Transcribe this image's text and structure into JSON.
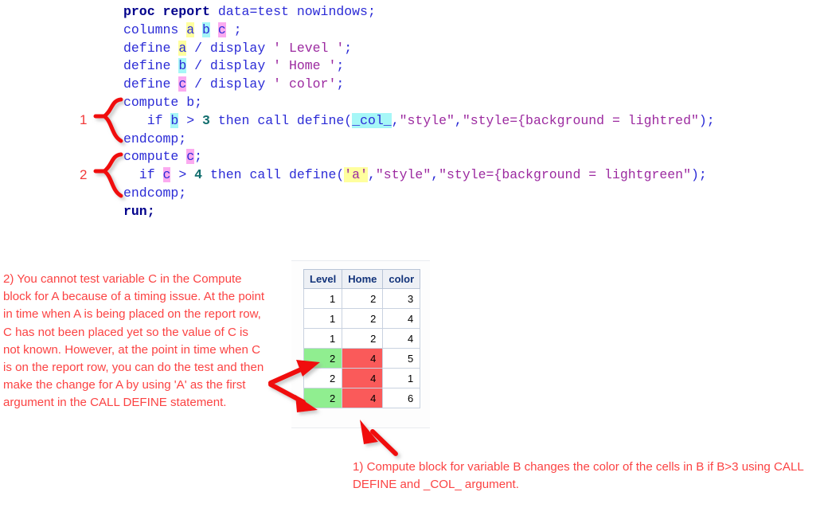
{
  "code": {
    "lines": [
      [
        {
          "t": "proc report ",
          "c": "kw"
        },
        {
          "t": "data",
          "c": "blue"
        },
        {
          "t": "=test nowindows;",
          "c": "blue"
        }
      ],
      [
        {
          "t": "columns ",
          "c": "blue"
        },
        {
          "t": "a",
          "c": "blue",
          "hl": "a"
        },
        {
          "t": " ",
          "c": "blue"
        },
        {
          "t": "b",
          "c": "blue",
          "hl": "b"
        },
        {
          "t": " ",
          "c": "blue"
        },
        {
          "t": "c",
          "c": "blue",
          "hl": "c"
        },
        {
          "t": " ;",
          "c": "blue"
        }
      ],
      [
        {
          "t": "define ",
          "c": "blue"
        },
        {
          "t": "a",
          "c": "blue",
          "hl": "a"
        },
        {
          "t": " / display ",
          "c": "blue"
        },
        {
          "t": "' Level '",
          "c": "str"
        },
        {
          "t": ";",
          "c": "blue"
        }
      ],
      [
        {
          "t": "define ",
          "c": "blue"
        },
        {
          "t": "b",
          "c": "blue",
          "hl": "b"
        },
        {
          "t": " / display ",
          "c": "blue"
        },
        {
          "t": "' Home '",
          "c": "str"
        },
        {
          "t": ";",
          "c": "blue"
        }
      ],
      [
        {
          "t": "define ",
          "c": "blue"
        },
        {
          "t": "c",
          "c": "blue",
          "hl": "c"
        },
        {
          "t": " / display ",
          "c": "blue"
        },
        {
          "t": "' color'",
          "c": "str"
        },
        {
          "t": ";",
          "c": "blue"
        }
      ],
      [
        {
          "t": "compute b;",
          "c": "blue"
        }
      ],
      [
        {
          "t": "   if ",
          "c": "blue"
        },
        {
          "t": "b",
          "c": "blue",
          "hl": "b"
        },
        {
          "t": " > ",
          "c": "blue"
        },
        {
          "t": "3",
          "c": "num"
        },
        {
          "t": " then call define(",
          "c": "blue"
        },
        {
          "t": "_col_",
          "c": "blue",
          "hl": "b"
        },
        {
          "t": ",",
          "c": "blue"
        },
        {
          "t": "\"style\"",
          "c": "str"
        },
        {
          "t": ",",
          "c": "blue"
        },
        {
          "t": "\"style={background = lightred\"",
          "c": "str"
        },
        {
          "t": ");",
          "c": "blue"
        }
      ],
      [
        {
          "t": "endcomp;",
          "c": "blue"
        }
      ],
      [
        {
          "t": "compute ",
          "c": "blue"
        },
        {
          "t": "c",
          "c": "blue",
          "hl": "c"
        },
        {
          "t": ";",
          "c": "blue"
        }
      ],
      [
        {
          "t": "  if ",
          "c": "blue"
        },
        {
          "t": "c",
          "c": "blue",
          "hl": "c"
        },
        {
          "t": " > ",
          "c": "blue"
        },
        {
          "t": "4",
          "c": "num"
        },
        {
          "t": " then call define(",
          "c": "blue"
        },
        {
          "t": "'a'",
          "c": "str",
          "hl": "a"
        },
        {
          "t": ",",
          "c": "blue"
        },
        {
          "t": "\"style\"",
          "c": "str"
        },
        {
          "t": ",",
          "c": "blue"
        },
        {
          "t": "\"style={background = lightgreen\"",
          "c": "str"
        },
        {
          "t": ");",
          "c": "blue"
        }
      ],
      [
        {
          "t": "endcomp;",
          "c": "blue"
        }
      ],
      [
        {
          "t": "run;",
          "c": "kw"
        }
      ]
    ],
    "brace_labels": [
      "1",
      "2"
    ]
  },
  "report": {
    "headers": [
      "Level",
      "Home",
      "color"
    ],
    "rows": [
      {
        "cells": [
          "1",
          "2",
          "3"
        ],
        "styles": [
          "",
          "",
          ""
        ]
      },
      {
        "cells": [
          "1",
          "2",
          "4"
        ],
        "styles": [
          "",
          "",
          ""
        ]
      },
      {
        "cells": [
          "1",
          "2",
          "4"
        ],
        "styles": [
          "",
          "",
          ""
        ]
      },
      {
        "cells": [
          "2",
          "4",
          "5"
        ],
        "styles": [
          "green",
          "red",
          ""
        ]
      },
      {
        "cells": [
          "2",
          "4",
          "1"
        ],
        "styles": [
          "",
          "red",
          ""
        ]
      },
      {
        "cells": [
          "2",
          "4",
          "6"
        ],
        "styles": [
          "green",
          "red",
          ""
        ]
      }
    ]
  },
  "annotations": {
    "left_note": "2) You cannot test variable C in the Compute block for A because of a timing issue. At the point in time when A is being placed on the report row, C has not been placed yet so the value of C is not known. However, at the point in time when C is on the report row, you can do the test and then make the change for A by using 'A' as the first argument in the CALL DEFINE statement.",
    "bottom_note": "1) Compute block for variable B changes the color of the cells in B if B>3 using CALL DEFINE and _COL_ argument."
  },
  "colors": {
    "annotation_red": "#fb4343",
    "arrow_red": "#f01010",
    "cell_green": "#90ee90",
    "cell_red": "#fa5a5a",
    "header_text": "#12337a",
    "header_bg": "#edf0f5",
    "code_blue": "#2b2bd6",
    "code_keyword": "#00008b",
    "code_string": "#9c2aa0",
    "code_number": "#126e6e",
    "highlight_a": "#ffff9e",
    "highlight_b": "#a6f7f7",
    "highlight_c": "#fbaaf0"
  }
}
